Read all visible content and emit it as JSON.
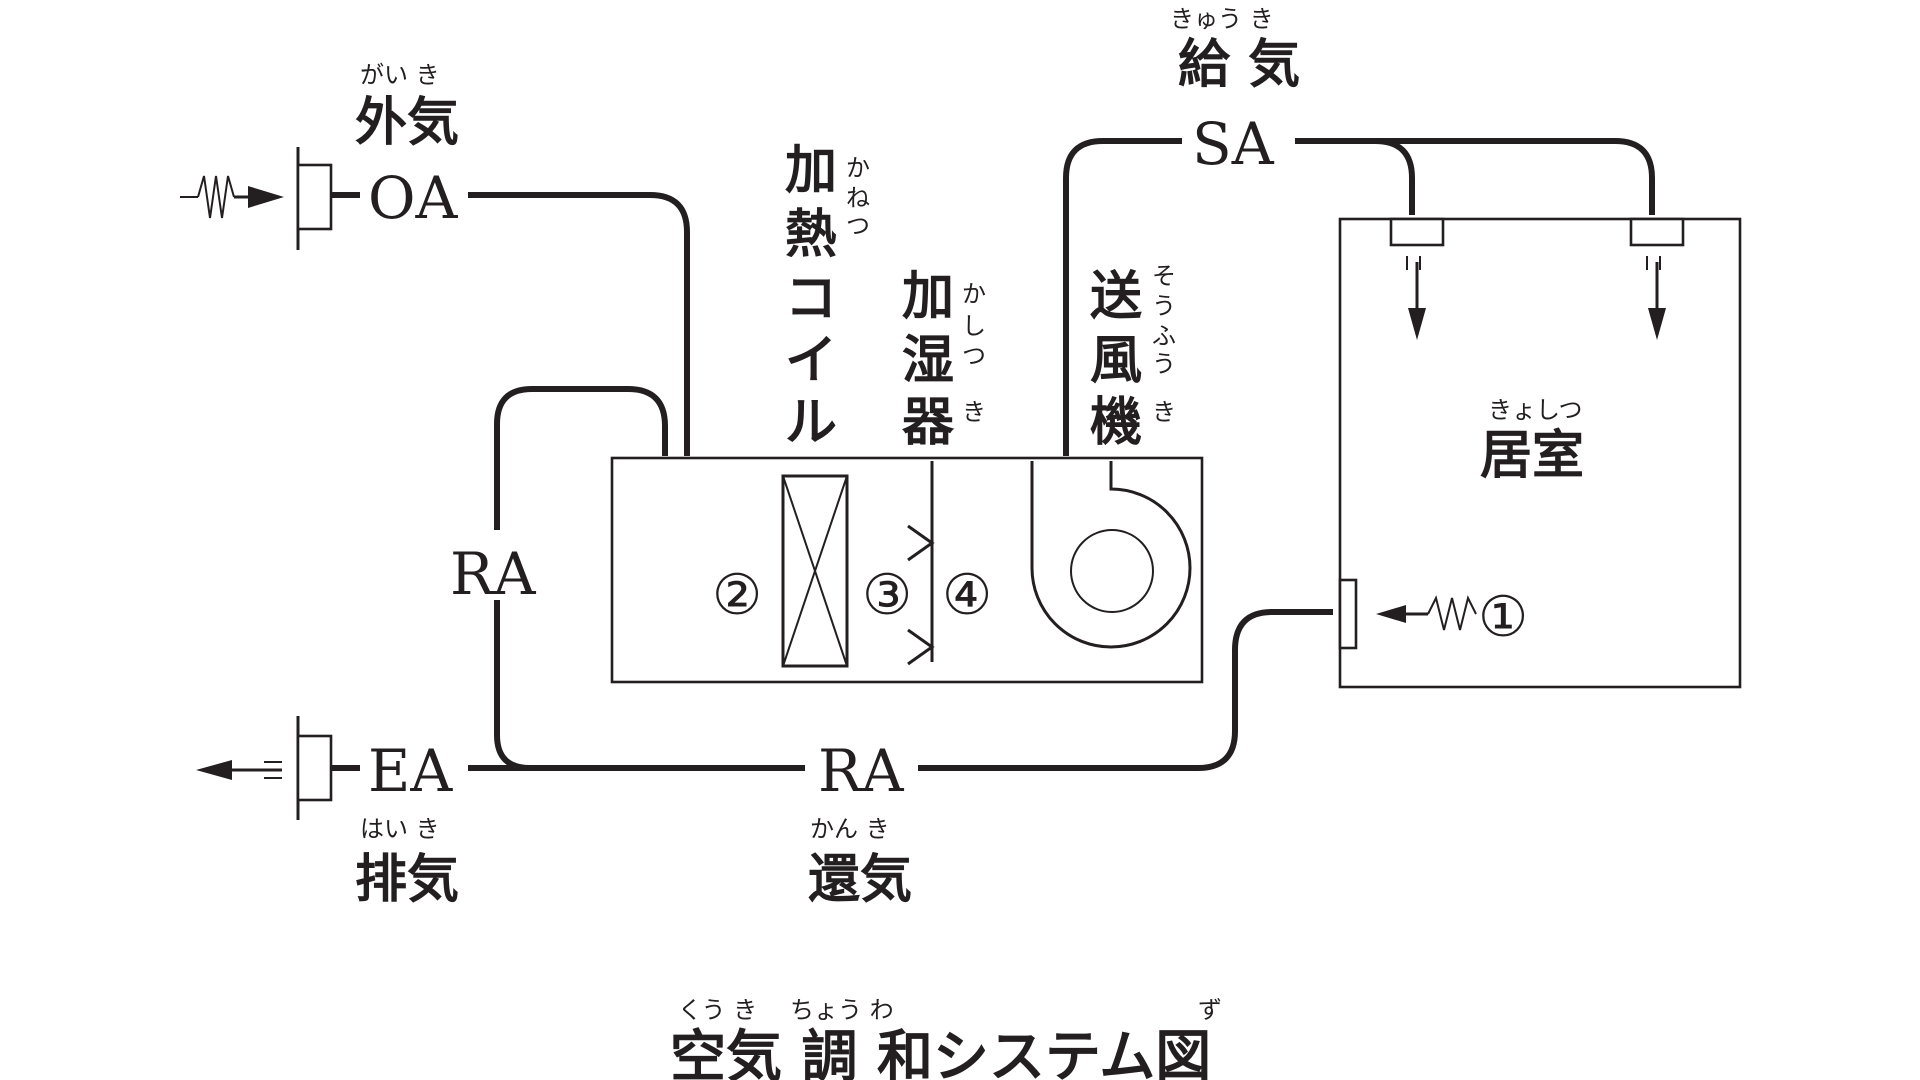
{
  "labels": {
    "oa": "OA",
    "sa": "SA",
    "ea": "EA",
    "ra_left": "RA",
    "ra_bottom": "RA"
  },
  "jp_labels": {
    "outside_air": "外気",
    "outside_air_ruby": "がい き",
    "supply_air": "給 気",
    "supply_air_ruby": "きゅう き",
    "exhaust_air": "排気",
    "exhaust_air_ruby": "はい き",
    "return_air": "還気",
    "return_air_ruby": "かん き",
    "heating_coil": [
      "加",
      "熱",
      "コ",
      "イ",
      "ル"
    ],
    "heating_coil_ruby": [
      "か",
      "ね",
      "つ"
    ],
    "humidifier": [
      "加",
      "湿",
      "器"
    ],
    "humidifier_ruby": [
      "か",
      "し",
      "つ",
      "き"
    ],
    "blower": [
      "送",
      "風",
      "機"
    ],
    "blower_ruby": [
      "そ",
      "う",
      "ふ",
      "う",
      "き"
    ],
    "room": "居室",
    "room_ruby": "きょしつ"
  },
  "points": {
    "p1": "①",
    "p2": "②",
    "p3": "③",
    "p4": "④"
  },
  "title": {
    "text": "空気 調 和システム図",
    "ruby_kuuki": "くう き",
    "ruby_chouwa": "ちょう わ",
    "ruby_zu": "ず"
  }
}
